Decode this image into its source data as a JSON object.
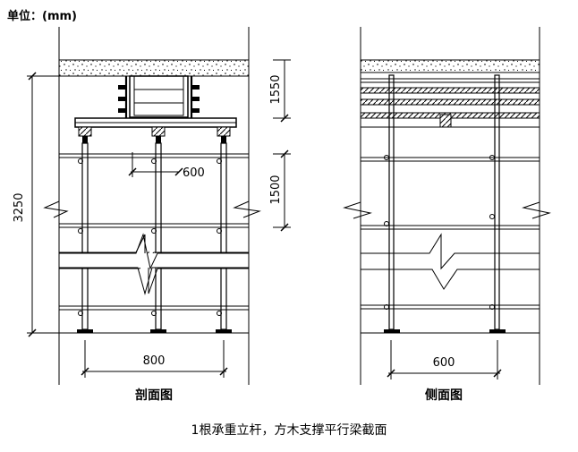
{
  "unit_label": "单位：(mm)",
  "section_view": {
    "title": "剖面图",
    "dims": {
      "total_height": "3250",
      "top_spacing": "1550",
      "step": "1500",
      "inner_spacing": "600",
      "bottom_width": "800"
    }
  },
  "side_view": {
    "title": "侧面图",
    "dims": {
      "bottom_width": "600"
    }
  },
  "caption": "1根承重立杆，方木支撑平行梁截面"
}
